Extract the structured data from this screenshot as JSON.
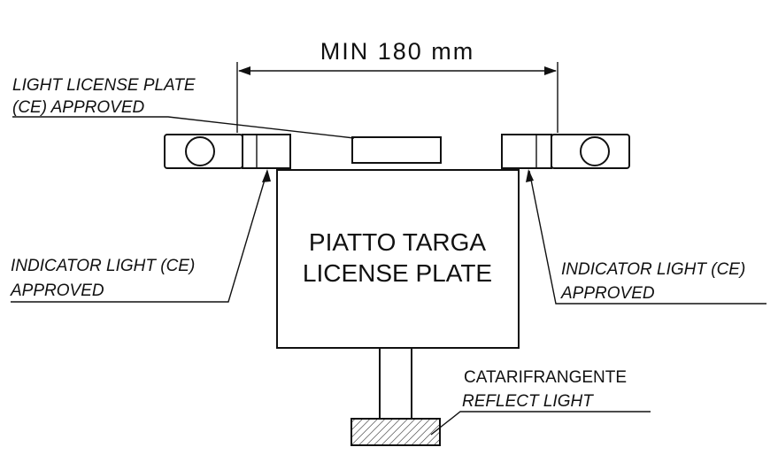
{
  "dimension": {
    "label": "MIN 180 mm"
  },
  "license_light": {
    "line1": "LIGHT LICENSE PLATE",
    "line2": "(CE) APPROVED"
  },
  "plate": {
    "line1": "PIATTO TARGA",
    "line2": "LICENSE PLATE"
  },
  "indicator_left": {
    "line1": "INDICATOR LIGHT (CE)",
    "line2": "APPROVED"
  },
  "indicator_right": {
    "line1": "INDICATOR LIGHT (CE)",
    "line2": "APPROVED"
  },
  "reflector": {
    "line1": "CATARIFRANGENTE",
    "line2": "REFLECT LIGHT"
  }
}
